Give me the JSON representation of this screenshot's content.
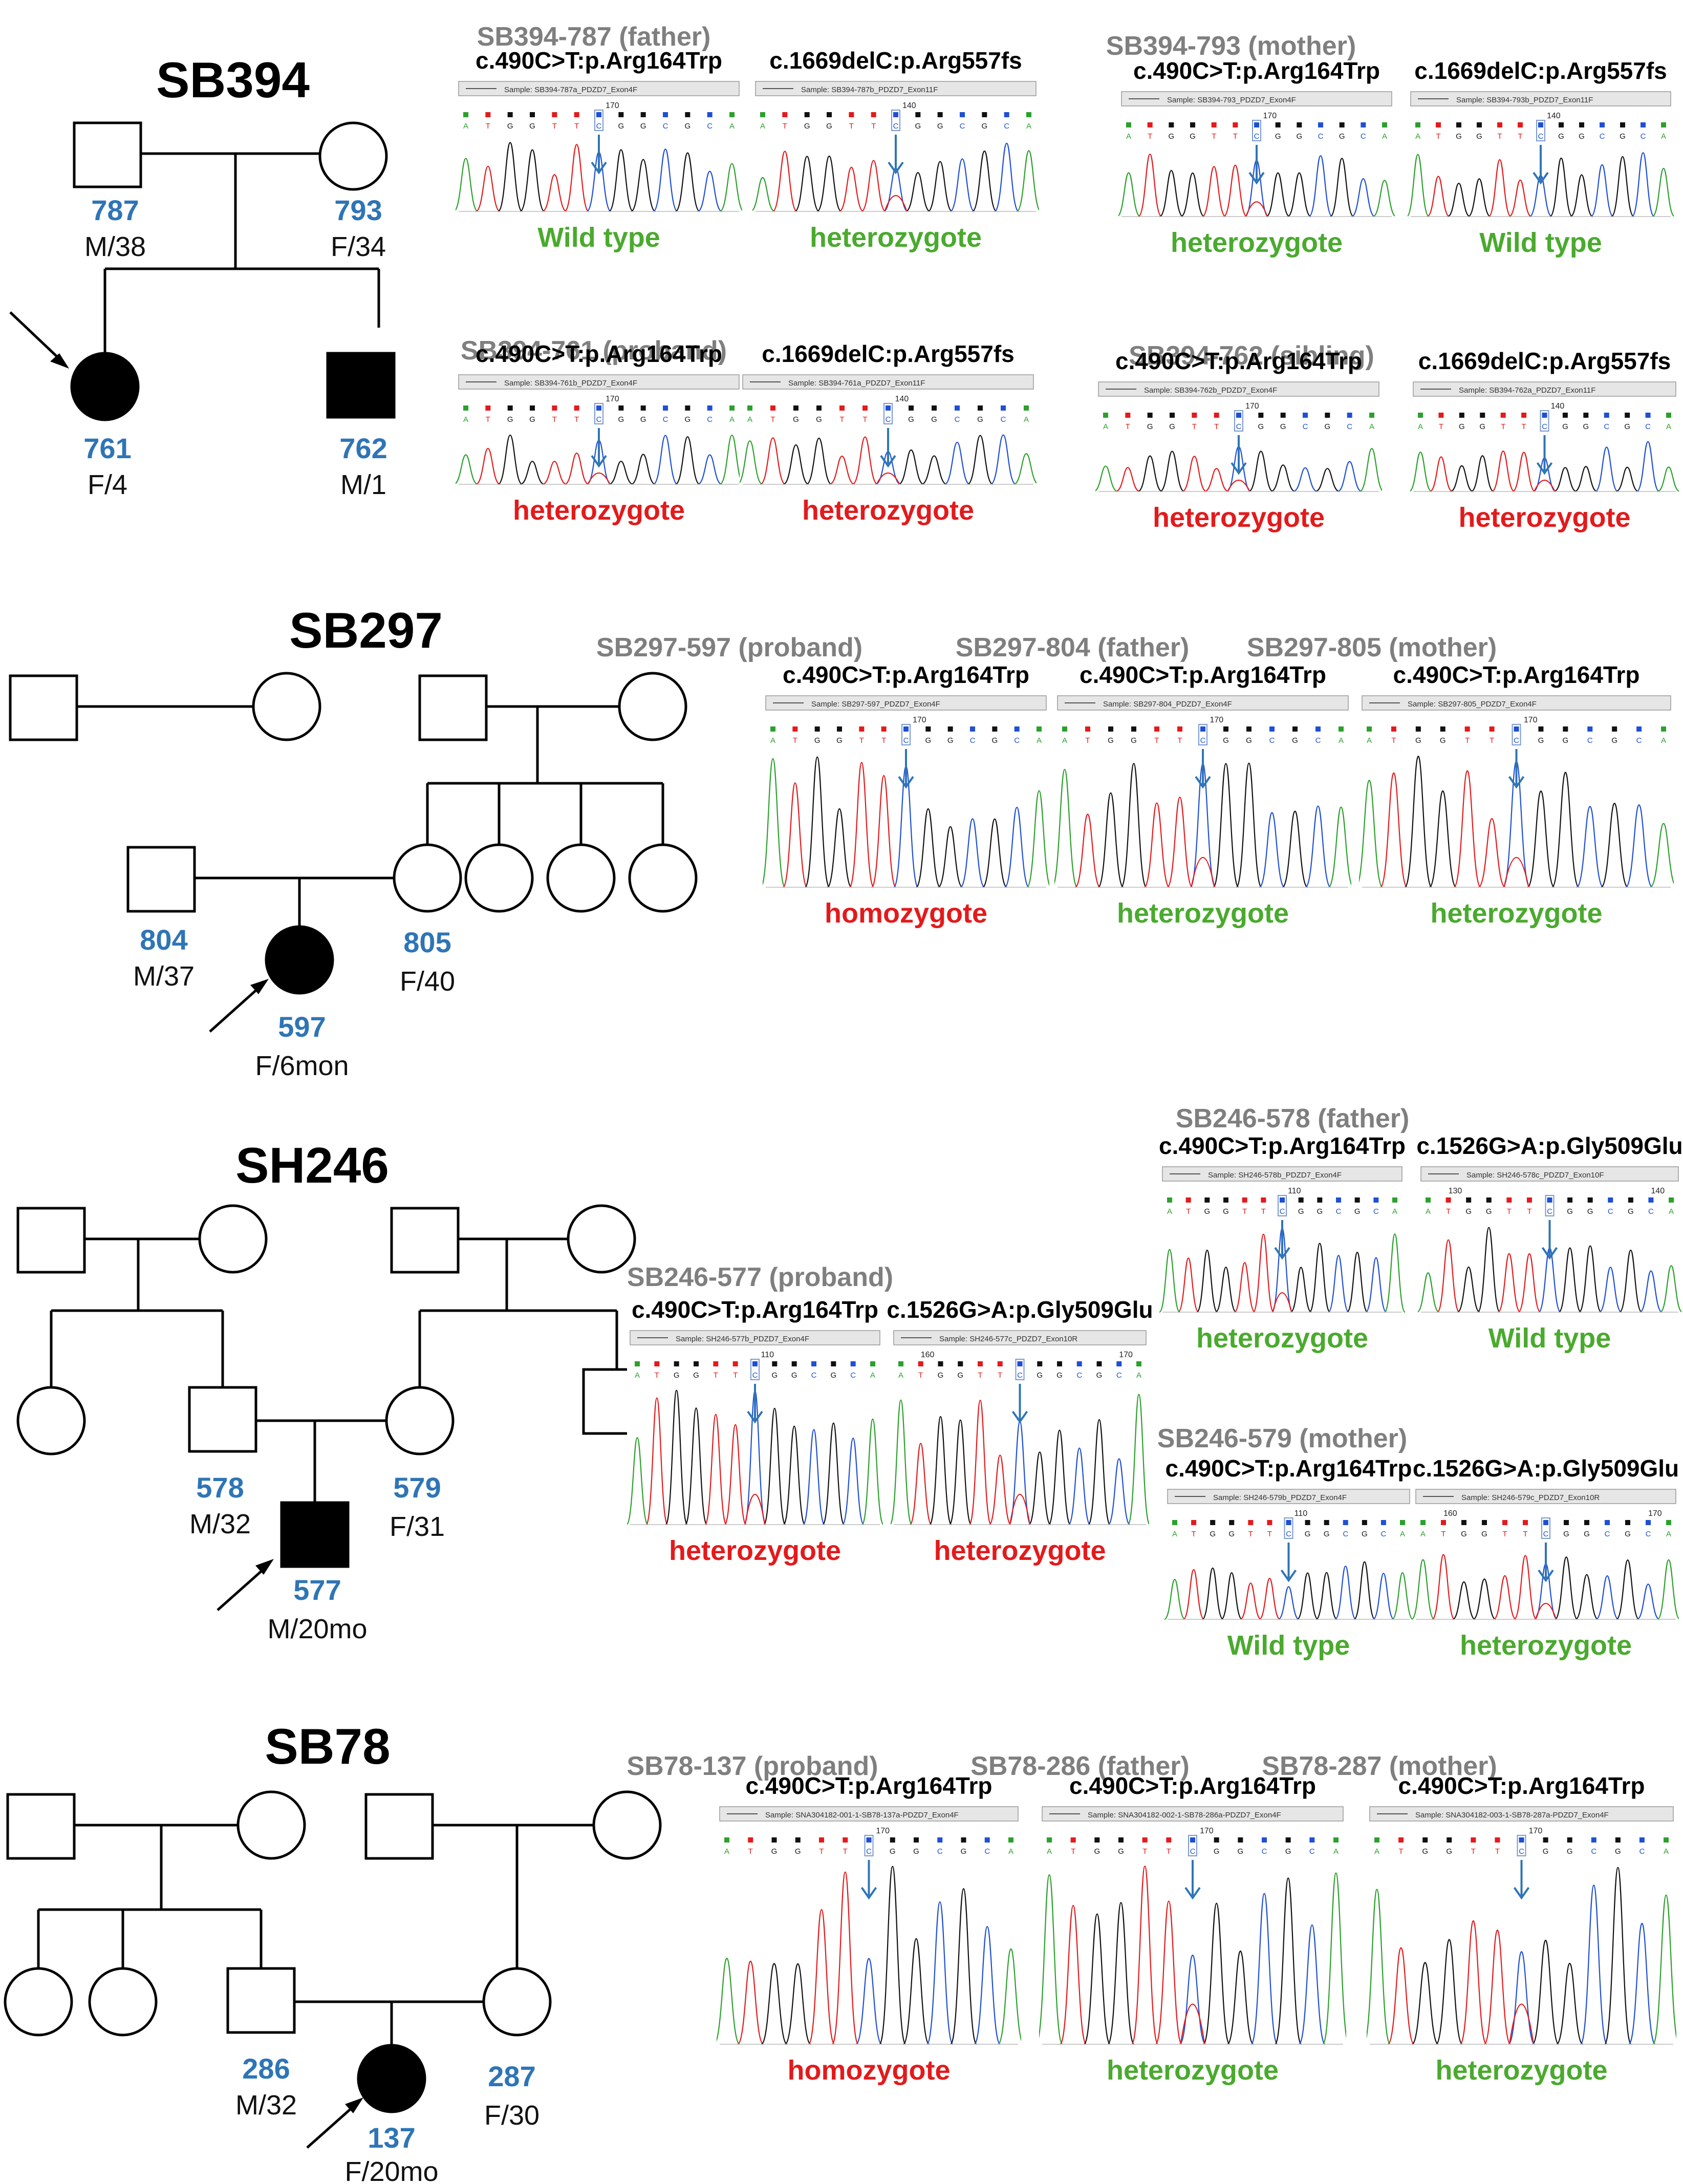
{
  "families": [
    {
      "name": "SB394",
      "members": [
        {
          "id": "787",
          "info": "M/38"
        },
        {
          "id": "793",
          "info": "F/34"
        },
        {
          "id": "761",
          "info": "F/4"
        },
        {
          "id": "762",
          "info": "M/1"
        }
      ]
    },
    {
      "name": "SB297",
      "members": [
        {
          "id": "804",
          "info": "M/37"
        },
        {
          "id": "805",
          "info": "F/40"
        },
        {
          "id": "597",
          "info": "F/6mon"
        }
      ]
    },
    {
      "name": "SH246",
      "members": [
        {
          "id": "578",
          "info": "M/32"
        },
        {
          "id": "579",
          "info": "F/31"
        },
        {
          "id": "577",
          "info": "M/20mo"
        }
      ]
    },
    {
      "name": "SB78",
      "members": [
        {
          "id": "286",
          "info": "M/32"
        },
        {
          "id": "287",
          "info": "F/30"
        },
        {
          "id": "137",
          "info": "F/20mo"
        }
      ]
    }
  ],
  "samples": [
    {
      "title": "SB394-787 (father)",
      "traces": [
        {
          "variant": "c.490C>T:p.Arg164Trp",
          "header": "Sample: SB394-787a_PDZD7_Exon4F",
          "tick": "170",
          "result": "Wild type",
          "result_color": "#4aaa2e"
        },
        {
          "variant": "c.1669delC:p.Arg557fs",
          "header": "Sample: SB394-787b_PDZD7_Exon11F",
          "tick": "140",
          "result": "heterozygote",
          "result_color": "#4aaa2e"
        }
      ]
    },
    {
      "title": "SB394-793 (mother)",
      "traces": [
        {
          "variant": "c.490C>T:p.Arg164Trp",
          "header": "Sample: SB394-793_PDZD7_Exon4F",
          "tick": "170",
          "result": "heterozygote",
          "result_color": "#4aaa2e"
        },
        {
          "variant": "c.1669delC:p.Arg557fs",
          "header": "Sample: SB394-793b_PDZD7_Exon11F",
          "tick": "140",
          "result": "Wild type",
          "result_color": "#4aaa2e"
        }
      ]
    },
    {
      "title": "SB394-761 (proband)",
      "traces": [
        {
          "variant": "c.490C>T:p.Arg164Trp",
          "header": "Sample: SB394-761b_PDZD7_Exon4F",
          "tick": "170",
          "result": "heterozygote",
          "result_color": "#e31a1c"
        },
        {
          "variant": "c.1669delC:p.Arg557fs",
          "header": "Sample: SB394-761a_PDZD7_Exon11F",
          "tick": "140",
          "result": "heterozygote",
          "result_color": "#e31a1c"
        }
      ]
    },
    {
      "title": "SB394-762 (sibling)",
      "traces": [
        {
          "variant": "c.490C>T:p.Arg164Trp",
          "header": "Sample: SB394-762b_PDZD7_Exon4F",
          "tick": "170",
          "result": "heterozygote",
          "result_color": "#e31a1c"
        },
        {
          "variant": "c.1669delC:p.Arg557fs",
          "header": "Sample: SB394-762a_PDZD7_Exon11F",
          "tick": "140",
          "result": "heterozygote",
          "result_color": "#e31a1c"
        }
      ]
    },
    {
      "title": "SB297-597 (proband)",
      "traces": [
        {
          "variant": "c.490C>T:p.Arg164Trp",
          "header": "Sample: SB297-597_PDZD7_Exon4F",
          "tick": "170",
          "result": "homozygote",
          "result_color": "#e31a1c"
        }
      ]
    },
    {
      "title": "SB297-804 (father)",
      "traces": [
        {
          "variant": "c.490C>T:p.Arg164Trp",
          "header": "Sample: SB297-804_PDZD7_Exon4F",
          "tick": "170",
          "result": "heterozygote",
          "result_color": "#4aaa2e"
        }
      ]
    },
    {
      "title": "SB297-805 (mother)",
      "traces": [
        {
          "variant": "c.490C>T:p.Arg164Trp",
          "header": "Sample: SB297-805_PDZD7_Exon4F",
          "tick": "170",
          "result": "heterozygote",
          "result_color": "#4aaa2e"
        }
      ]
    },
    {
      "title": "SB246-578 (father)",
      "traces": [
        {
          "variant": "c.490C>T:p.Arg164Trp",
          "header": "Sample: SH246-578b_PDZD7_Exon4F",
          "tick": "110",
          "result": "heterozygote",
          "result_color": "#4aaa2e"
        },
        {
          "variant": "c.1526G>A:p.Gly509Glu",
          "header": "Sample: SH246-578c_PDZD7_Exon10F",
          "tick": "130",
          "tick2": "140",
          "result": "Wild type",
          "result_color": "#4aaa2e"
        }
      ]
    },
    {
      "title": "SB246-577 (proband)",
      "traces": [
        {
          "variant": "c.490C>T:p.Arg164Trp",
          "header": "Sample: SH246-577b_PDZD7_Exon4F",
          "tick": "110",
          "result": "heterozygote",
          "result_color": "#e31a1c"
        },
        {
          "variant": "c.1526G>A:p.Gly509Glu",
          "header": "Sample: SH246-577c_PDZD7_Exon10R",
          "tick": "160",
          "tick2": "170",
          "result": "heterozygote",
          "result_color": "#e31a1c"
        }
      ]
    },
    {
      "title": "SB246-579 (mother)",
      "traces": [
        {
          "variant": "c.490C>T:p.Arg164Trp",
          "header": "Sample: SH246-579b_PDZD7_Exon4F",
          "tick": "110",
          "result": "Wild type",
          "result_color": "#4aaa2e"
        },
        {
          "variant": "c.1526G>A:p.Gly509Glu",
          "header": "Sample: SH246-579c_PDZD7_Exon10R",
          "tick": "160",
          "tick2": "170",
          "result": "heterozygote",
          "result_color": "#4aaa2e"
        }
      ]
    },
    {
      "title": "SB78-137 (proband)",
      "traces": [
        {
          "variant": "c.490C>T:p.Arg164Trp",
          "header": "Sample: SNA304182-001-1-SB78-137a-PDZD7_Exon4F",
          "tick": "170",
          "result": "homozygote",
          "result_color": "#e31a1c"
        }
      ]
    },
    {
      "title": "SB78-286 (father)",
      "traces": [
        {
          "variant": "c.490C>T:p.Arg164Trp",
          "header": "Sample: SNA304182-002-1-SB78-286a-PDZD7_Exon4F",
          "tick": "170",
          "result": "heterozygote",
          "result_color": "#4aaa2e"
        }
      ]
    },
    {
      "title": "SB78-287 (mother)",
      "traces": [
        {
          "variant": "c.490C>T:p.Arg164Trp",
          "header": "Sample: SNA304182-003-1-SB78-287a-PDZD7_Exon4F",
          "tick": "170",
          "result": "heterozygote",
          "result_color": "#4aaa2e"
        }
      ]
    }
  ],
  "base_calls": [
    "A",
    "T",
    "G",
    "G",
    "T",
    "T",
    "C",
    "G",
    "G",
    "C",
    "G",
    "C",
    "A"
  ],
  "colors": {
    "id_blue": "#2e75b6",
    "title_gray": "#7f7f7f",
    "red": "#e31a1c",
    "green": "#4aaa2e",
    "arrow": "#2e75b6"
  }
}
